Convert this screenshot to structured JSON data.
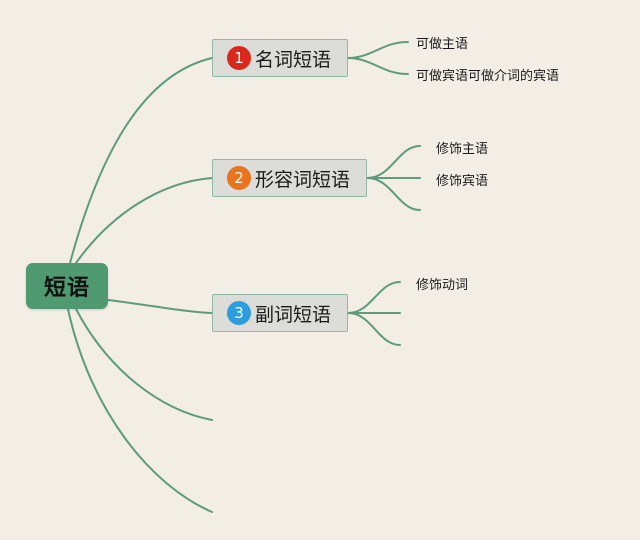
{
  "root": {
    "label": "短语"
  },
  "branches": [
    {
      "number": "1",
      "label": "名词短语",
      "color": "#d9291c",
      "leaves": [
        "可做主语",
        "可做宾语可做介词的宾语"
      ]
    },
    {
      "number": "2",
      "label": "形容词短语",
      "color": "#e8741e",
      "leaves": [
        "修饰主语",
        "修饰宾语"
      ]
    },
    {
      "number": "3",
      "label": "副词短语",
      "color": "#2d9de0",
      "leaves": [
        "修饰动词"
      ]
    }
  ],
  "colors": {
    "line": "#5e9a7c",
    "background": "#f2eee6",
    "root": "#4f9a70"
  }
}
